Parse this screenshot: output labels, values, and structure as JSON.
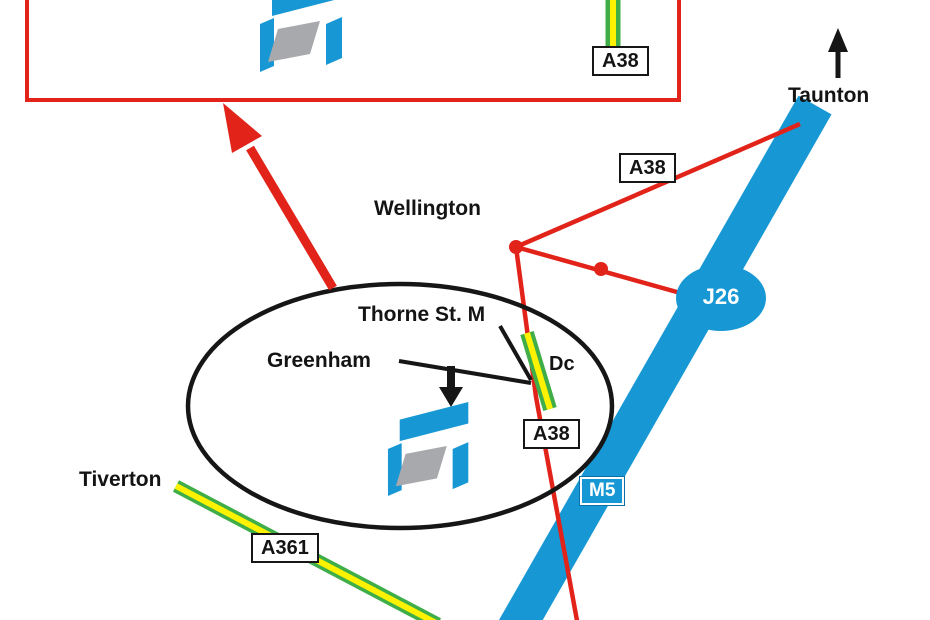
{
  "map": {
    "places": {
      "taunton": "Taunton",
      "wellington": "Wellington",
      "tiverton": "Tiverton",
      "thorne_st_m": "Thorne St. M",
      "greenham": "Greenham",
      "dc": "Dc"
    },
    "badges": {
      "a38_inset": "A38",
      "a38_north": "A38",
      "a38_site": "A38",
      "a361": "A361",
      "m5": "M5",
      "j26": "J26"
    },
    "colors": {
      "route_red": "#e2231a",
      "motorway_blue": "#1798d4",
      "road_green": "#3fae49",
      "road_yellow": "#fff200",
      "floor_gray": "#a7a9ac",
      "ink_black": "#161616"
    }
  }
}
